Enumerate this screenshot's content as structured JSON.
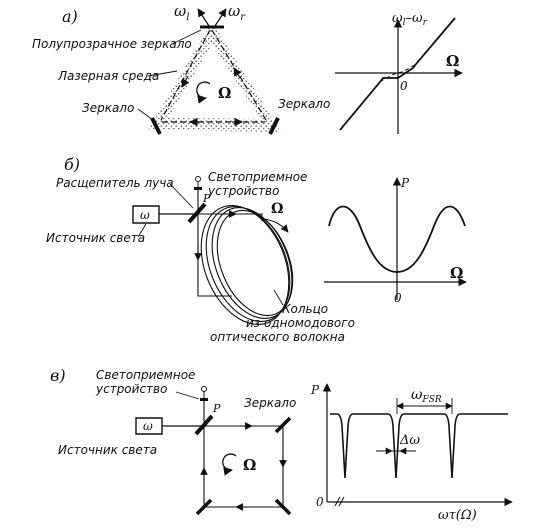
{
  "panel_a": {
    "label": "а)",
    "omega_l": "ω",
    "omega_l_sub": "l",
    "omega_r": "ω",
    "omega_r_sub": "r",
    "semi_mirror": "Полупрозрачное зеркало",
    "laser_medium": "Лазерная среда",
    "mirror_left": "Зеркало",
    "mirror_right": "Зеркало",
    "rotation": "Ω",
    "graph_ylabel_a": "ω",
    "graph_ylabel_sub_a": "l",
    "graph_ylabel_mid": "–",
    "graph_ylabel_b": "ω",
    "graph_ylabel_sub_b": "r",
    "graph_xlabel": "Ω",
    "graph_origin": "0"
  },
  "panel_b": {
    "label": "б)",
    "beam_splitter": "Расщепитель луча",
    "photodetector_1": "Светоприемное",
    "photodetector_2": "устройство",
    "p_label": "P",
    "source_symbol": "ω",
    "light_source": "Источник света",
    "rotation": "Ω",
    "ring_1": "Кольцо",
    "ring_2": "из одномодового",
    "ring_3": "оптического волокна",
    "graph_ylabel": "P",
    "graph_xlabel": "Ω",
    "graph_origin": "0"
  },
  "panel_c": {
    "label": "в)",
    "photodetector_1": "Светоприемное",
    "photodetector_2": "устройство",
    "p_label": "P",
    "mirror": "Зеркало",
    "source_symbol": "ω",
    "light_source": "Источник света",
    "rotation": "Ω",
    "graph_ylabel": "P",
    "fsr_label": "ω",
    "fsr_sub": "FSR",
    "delta_omega": "Δω",
    "graph_xlabel": "ωτ(Ω)",
    "graph_origin": "0"
  }
}
